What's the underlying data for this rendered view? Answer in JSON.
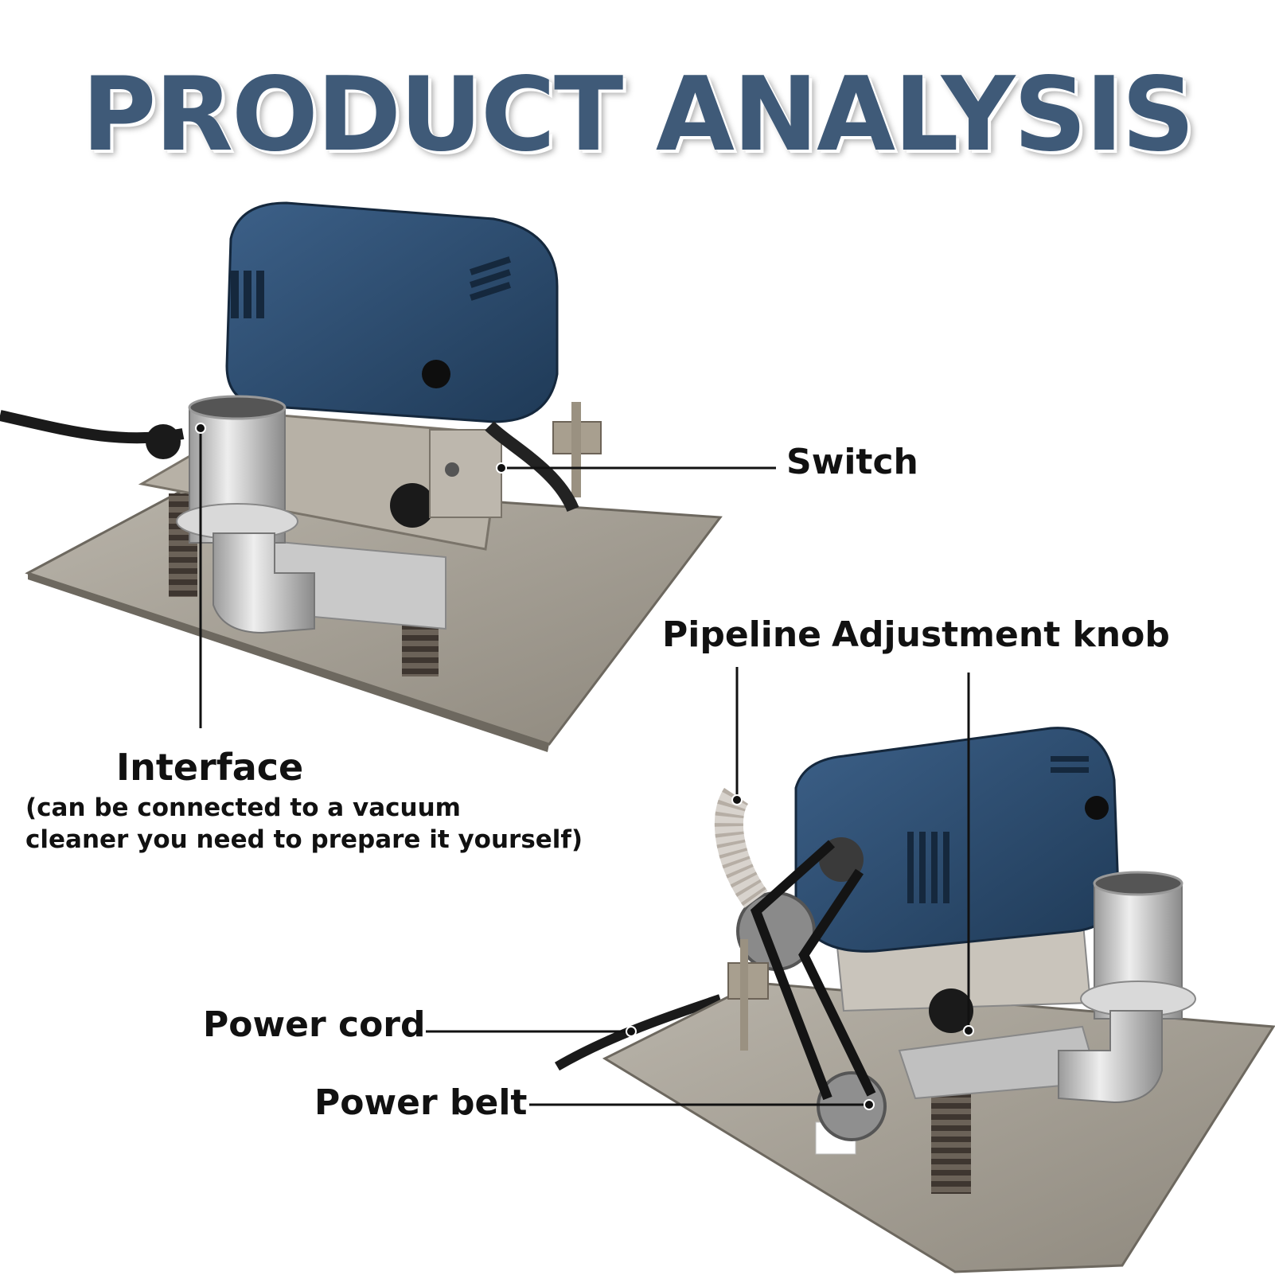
{
  "title": "PRODUCT ANALYSIS",
  "callouts": {
    "switch": "Switch",
    "pipeline": "Pipeline",
    "adjustment_knob": "Adjustment knob",
    "interface": "Interface",
    "interface_note_line1": "(can be connected to a vacuum",
    "interface_note_line2": "cleaner you need to prepare it yourself)",
    "power_cord": "Power cord",
    "power_belt": "Power belt"
  },
  "colors": {
    "title": "#3f5a78",
    "motor_blue": "#2f4d6e",
    "steel": "#a8a39a"
  }
}
